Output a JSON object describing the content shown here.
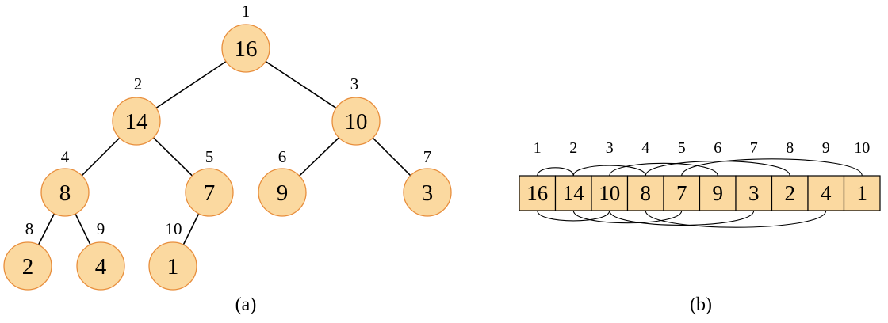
{
  "tree": {
    "nodes": [
      {
        "index": "1",
        "value": "16"
      },
      {
        "index": "2",
        "value": "14"
      },
      {
        "index": "3",
        "value": "10"
      },
      {
        "index": "4",
        "value": "8"
      },
      {
        "index": "5",
        "value": "7"
      },
      {
        "index": "6",
        "value": "9"
      },
      {
        "index": "7",
        "value": "3"
      },
      {
        "index": "8",
        "value": "2"
      },
      {
        "index": "9",
        "value": "4"
      },
      {
        "index": "10",
        "value": "1"
      }
    ],
    "edges": [
      [
        1,
        2
      ],
      [
        1,
        3
      ],
      [
        2,
        4
      ],
      [
        2,
        5
      ],
      [
        3,
        6
      ],
      [
        3,
        7
      ],
      [
        4,
        8
      ],
      [
        4,
        9
      ],
      [
        5,
        10
      ]
    ],
    "caption": "(a)"
  },
  "array": {
    "indices": [
      "1",
      "2",
      "3",
      "4",
      "5",
      "6",
      "7",
      "8",
      "9",
      "10"
    ],
    "values": [
      "16",
      "14",
      "10",
      "8",
      "7",
      "9",
      "3",
      "2",
      "4",
      "1"
    ],
    "caption": "(b)"
  },
  "colors": {
    "node_fill": "#fbd9a0",
    "node_stroke": "#e88e3c",
    "cell_fill": "#fbd9a0",
    "line": "#000000"
  }
}
